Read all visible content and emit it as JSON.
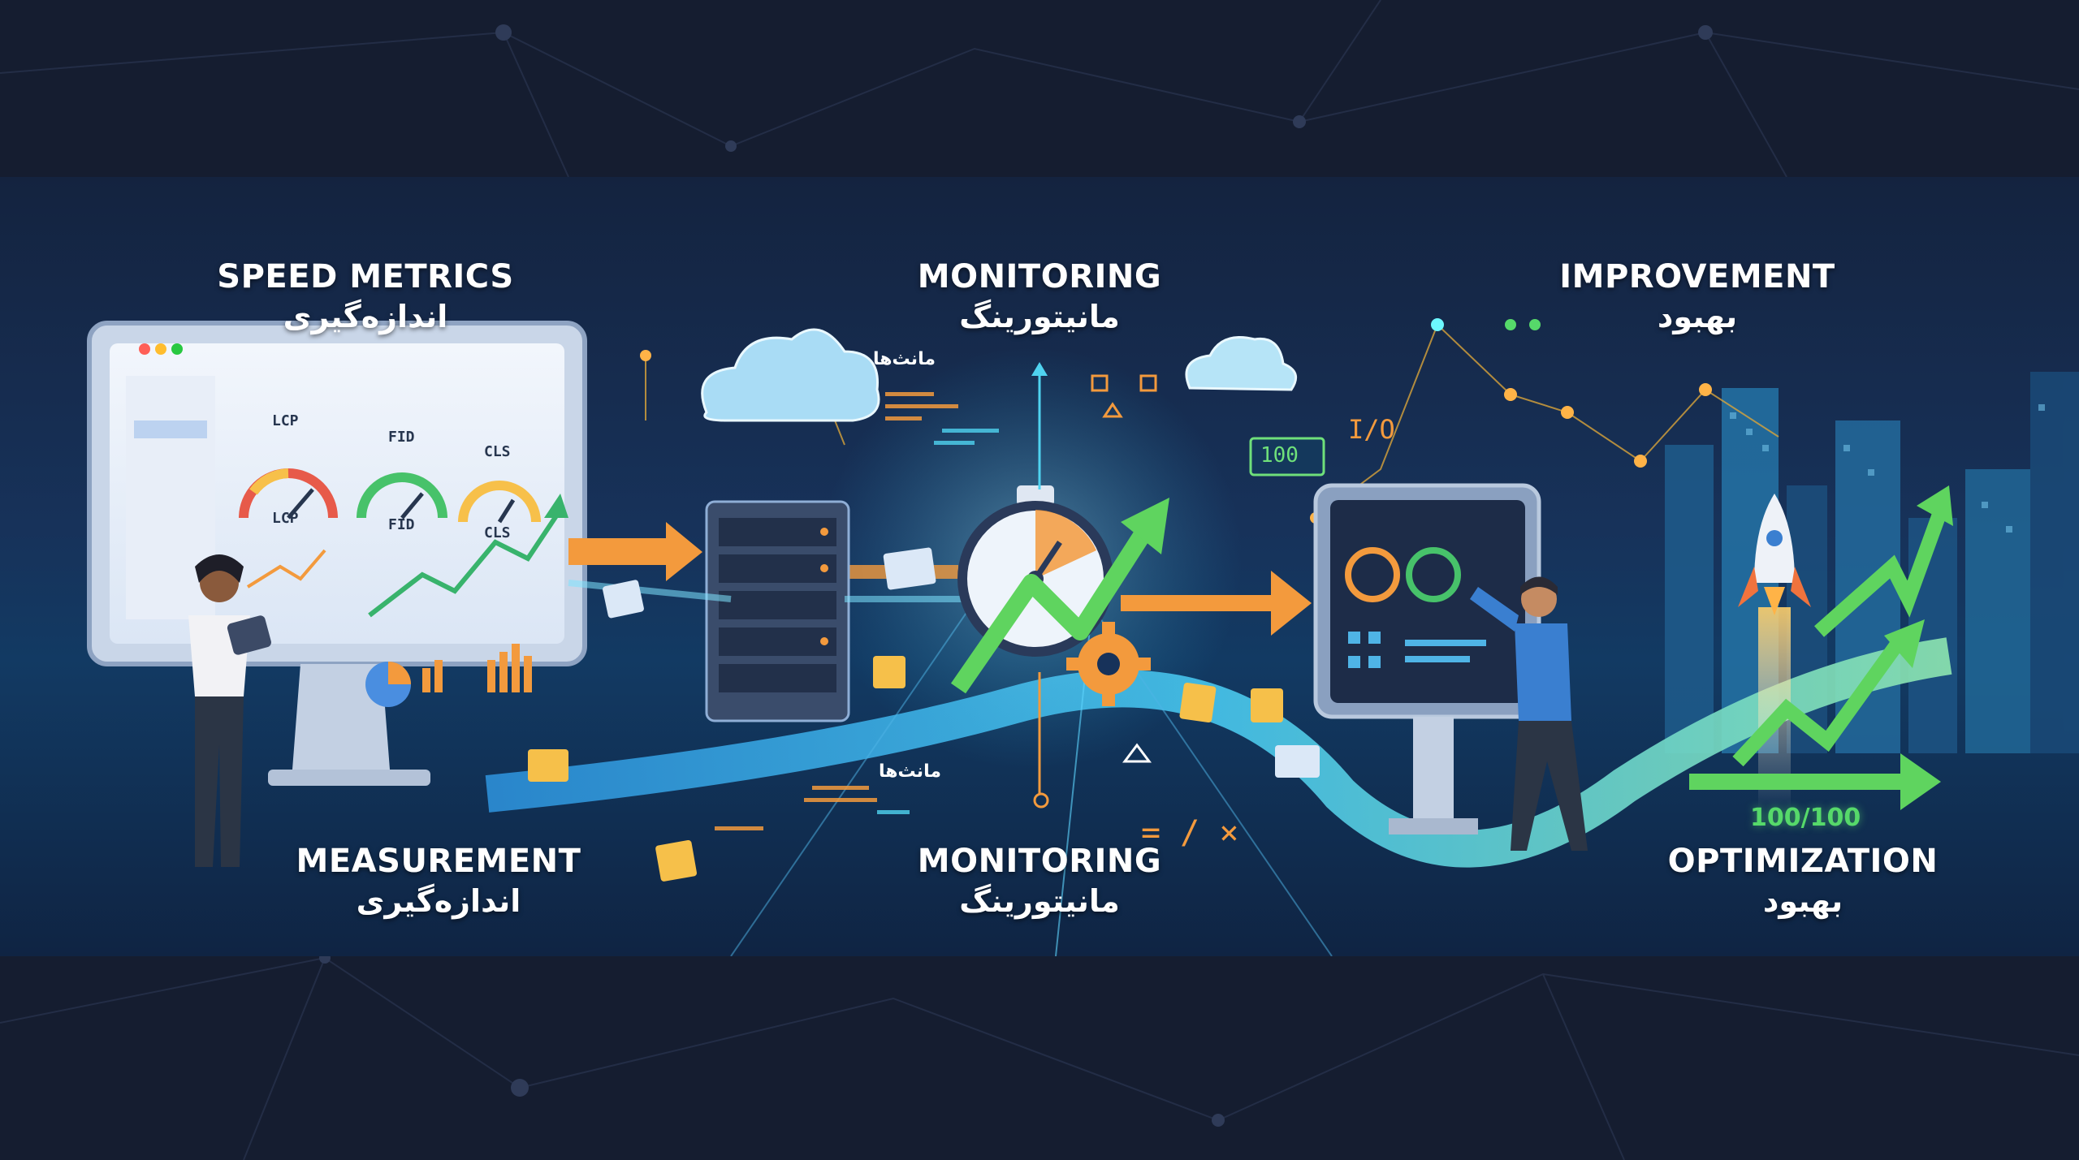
{
  "stages": {
    "speed_metrics": {
      "en": "SPEED METRICS",
      "fa": "اندازه‌گیری"
    },
    "monitoring_top": {
      "en": "MONITORING",
      "fa": "مانیتورینگ"
    },
    "improvement": {
      "en": "IMPROVEMENT",
      "fa": "بهبود"
    },
    "measurement": {
      "en": "MEASUREMENT",
      "fa": "اندازه‌گیری"
    },
    "monitoring_bottom": {
      "en": "MONITORING",
      "fa": "مانیتورینگ"
    },
    "optimization": {
      "en": "OPTIMIZATION",
      "fa": "بهبود"
    }
  },
  "gauges": {
    "g1_top": "LCP",
    "g1_bottom": "LCP",
    "g2_top": "FID",
    "g2_bottom": "FID",
    "g3_top": "CLS",
    "g3_bottom": "CLS"
  },
  "floating": {
    "fa_tag_top": "مانث‌ها",
    "fa_tag_bottom": "مانث‌ها",
    "score_box": "100",
    "io_text": "I/O",
    "symbols": "= / ×"
  },
  "score": "100/100",
  "colors": {
    "background": "#151d30",
    "banner": "#17325a",
    "arrow_orange": "#f39a3d",
    "arrow_green": "#5fd45f",
    "neon_cyan": "#4fd3f0",
    "text_white": "#ffffff"
  },
  "icons": [
    "monitor-icon",
    "server-icon",
    "cloud-icon",
    "stopwatch-icon",
    "gear-icon",
    "rocket-icon",
    "dashboard-icon",
    "person-icon"
  ]
}
